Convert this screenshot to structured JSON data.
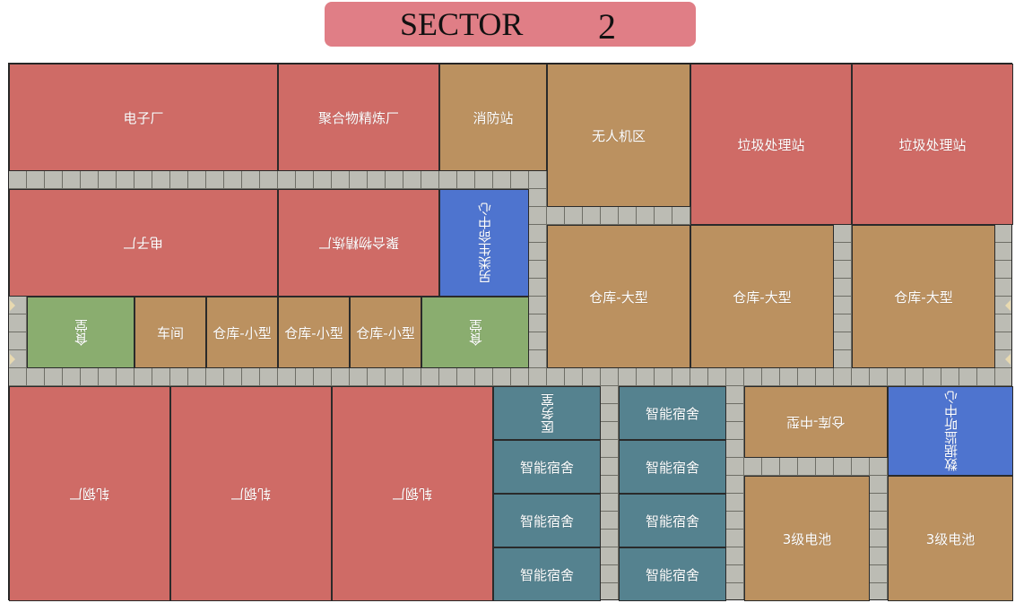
{
  "header": {
    "label": "SECTOR",
    "number": "2"
  },
  "colors": {
    "production": "#cf6b66",
    "storage": "#bb9160",
    "special": "#4e74cf",
    "dorm": "#55828f",
    "food": "#8aad6f",
    "road": "#bcbcb4"
  },
  "buildings": [
    {
      "name": "electronics-factory-1",
      "label": "电子厂",
      "type": "production"
    },
    {
      "name": "polymer-refinery-1",
      "label": "聚合物精炼厂",
      "type": "production"
    },
    {
      "name": "fire-station",
      "label": "消防站",
      "type": "storage"
    },
    {
      "name": "drone-zone",
      "label": "无人机区",
      "type": "storage"
    },
    {
      "name": "garbage-station-1",
      "label": "垃圾处理站",
      "type": "production"
    },
    {
      "name": "garbage-station-2",
      "label": "垃圾处理站",
      "type": "production"
    },
    {
      "name": "electronics-factory-2",
      "label": "电子厂",
      "type": "production"
    },
    {
      "name": "polymer-refinery-2",
      "label": "聚合物精炼厂",
      "type": "production"
    },
    {
      "name": "alt-life-center",
      "label": "另类生命中心",
      "type": "special"
    },
    {
      "name": "warehouse-large-1",
      "label": "仓库-大型",
      "type": "storage"
    },
    {
      "name": "warehouse-large-2",
      "label": "仓库-大型",
      "type": "storage"
    },
    {
      "name": "warehouse-large-3",
      "label": "仓库-大型",
      "type": "storage"
    },
    {
      "name": "canteen-1",
      "label": "食堂",
      "type": "food"
    },
    {
      "name": "workshop",
      "label": "车间",
      "type": "storage"
    },
    {
      "name": "warehouse-small-1",
      "label": "仓库-小型",
      "type": "storage"
    },
    {
      "name": "warehouse-small-2",
      "label": "仓库-小型",
      "type": "storage"
    },
    {
      "name": "warehouse-small-3",
      "label": "仓库-小型",
      "type": "storage"
    },
    {
      "name": "canteen-2",
      "label": "食堂",
      "type": "food"
    },
    {
      "name": "rolling-mill-1",
      "label": "轧钢厂",
      "type": "production"
    },
    {
      "name": "rolling-mill-2",
      "label": "轧钢厂",
      "type": "production"
    },
    {
      "name": "rolling-mill-3",
      "label": "轧钢厂",
      "type": "production"
    },
    {
      "name": "clinic",
      "label": "医务室",
      "type": "dorm"
    },
    {
      "name": "smart-dorm-1",
      "label": "智能宿舍",
      "type": "dorm"
    },
    {
      "name": "smart-dorm-2",
      "label": "智能宿舍",
      "type": "dorm"
    },
    {
      "name": "smart-dorm-3",
      "label": "智能宿舍",
      "type": "dorm"
    },
    {
      "name": "smart-dorm-4",
      "label": "智能宿舍",
      "type": "dorm"
    },
    {
      "name": "smart-dorm-5",
      "label": "智能宿舍",
      "type": "dorm"
    },
    {
      "name": "smart-dorm-6",
      "label": "智能宿舍",
      "type": "dorm"
    },
    {
      "name": "smart-dorm-7",
      "label": "智能宿舍",
      "type": "dorm"
    },
    {
      "name": "warehouse-medium",
      "label": "仓库-中型",
      "type": "storage"
    },
    {
      "name": "data-monitor-center",
      "label": "数据监听中心",
      "type": "special"
    },
    {
      "name": "battery-lv3-1",
      "label": "3级电池",
      "type": "storage"
    },
    {
      "name": "battery-lv3-2",
      "label": "3级电池",
      "type": "storage"
    }
  ]
}
